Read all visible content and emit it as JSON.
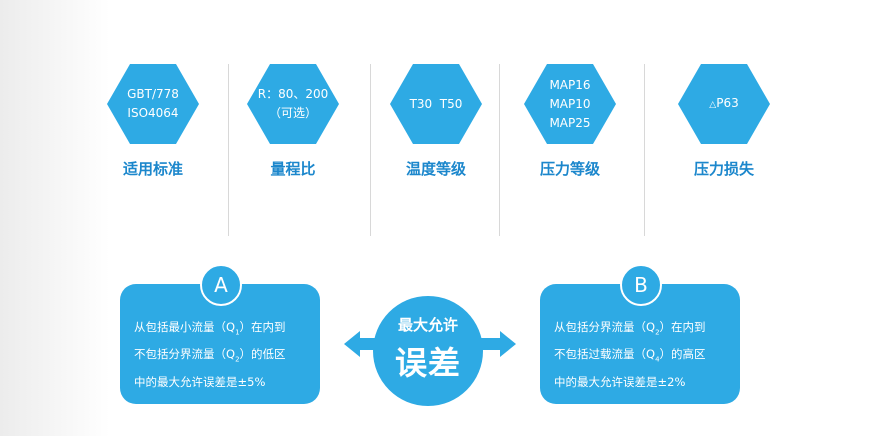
{
  "specs": [
    {
      "lines": [
        "GBT/778",
        "ISO4064"
      ],
      "label": "适用标准"
    },
    {
      "lines": [
        "R：80、200",
        "（可选）"
      ],
      "label": "量程比"
    },
    {
      "lines": [
        "T30  T50"
      ],
      "label": "温度等级"
    },
    {
      "lines": [
        "MAP16",
        "MAP10",
        "MAP25"
      ],
      "label": "压力等级"
    },
    {
      "symbol": "△",
      "lines": [
        "P63"
      ],
      "label": "压力损失"
    }
  ],
  "center": {
    "small": "最大允许",
    "big": "误差"
  },
  "card_a": {
    "badge": "A",
    "line1": "从包括最小流量（Q",
    "line1_sub": "1",
    "line1_end": "）在内到",
    "line2": "不包括分界流量（Q",
    "line2_sub": "2",
    "line2_end": "）的低区",
    "line3": "中的最大允许误差是±5%"
  },
  "card_b": {
    "badge": "B",
    "line1": "从包括分界流量（Q",
    "line1_sub": "2",
    "line1_end": "）在内到",
    "line2": "不包括过载流量（Q",
    "line2_sub": "4",
    "line2_end": "）的高区",
    "line3": "中的最大允许误差是±2%"
  },
  "colors": {
    "accent": "#2eaae4",
    "label": "#1c87cc"
  }
}
